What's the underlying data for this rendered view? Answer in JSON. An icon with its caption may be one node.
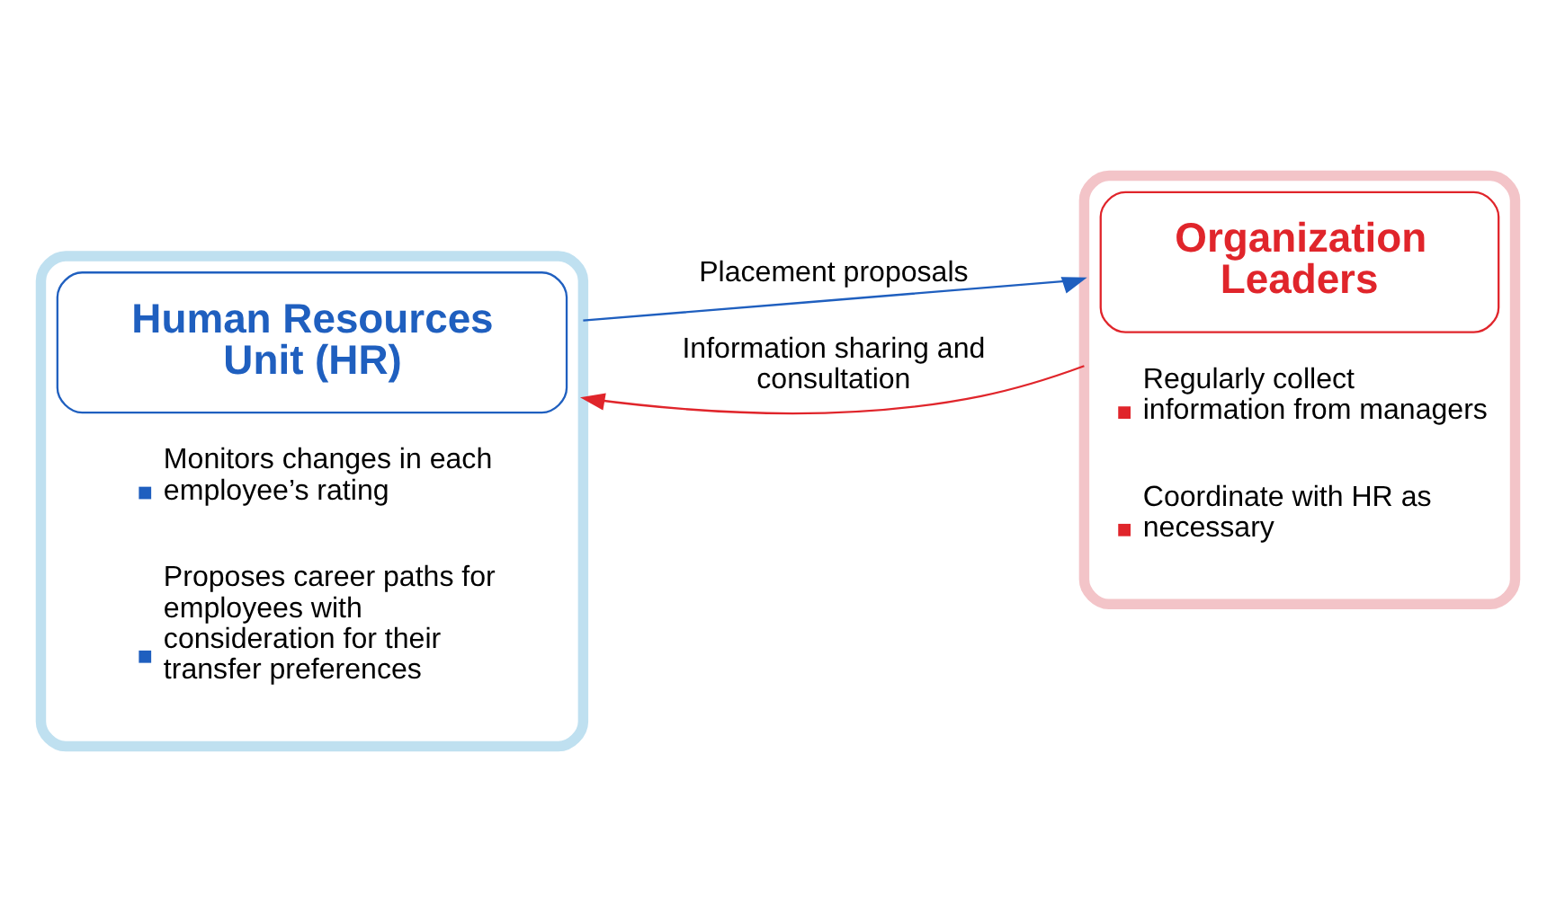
{
  "diagram": {
    "nodes": [
      {
        "text": [
          "Monitors changes in each employee’s rating",
          "Proposes career paths for employees with consideration for their transfer preferences"
        ]
      },
      {
        "text": [
          "Human Resources Unit (HR)"
        ],
        "in": 0
      },
      {
        "text": [
          "Regularly collect information from managers",
          "Coordinate with HR as necessary"
        ]
      },
      {
        "text": [
          "Organization Leaders"
        ],
        "in": 2
      }
    ],
    "edges": [
      {
        "from": 0,
        "to": 2,
        "arrow": "to",
        "label": "Placement proposals",
        "color": "#1f5fbf"
      },
      {
        "from": 2,
        "to": 0,
        "arrow": "to",
        "label": "Information sharing and consultation",
        "color": "#e0252b"
      }
    ]
  }
}
